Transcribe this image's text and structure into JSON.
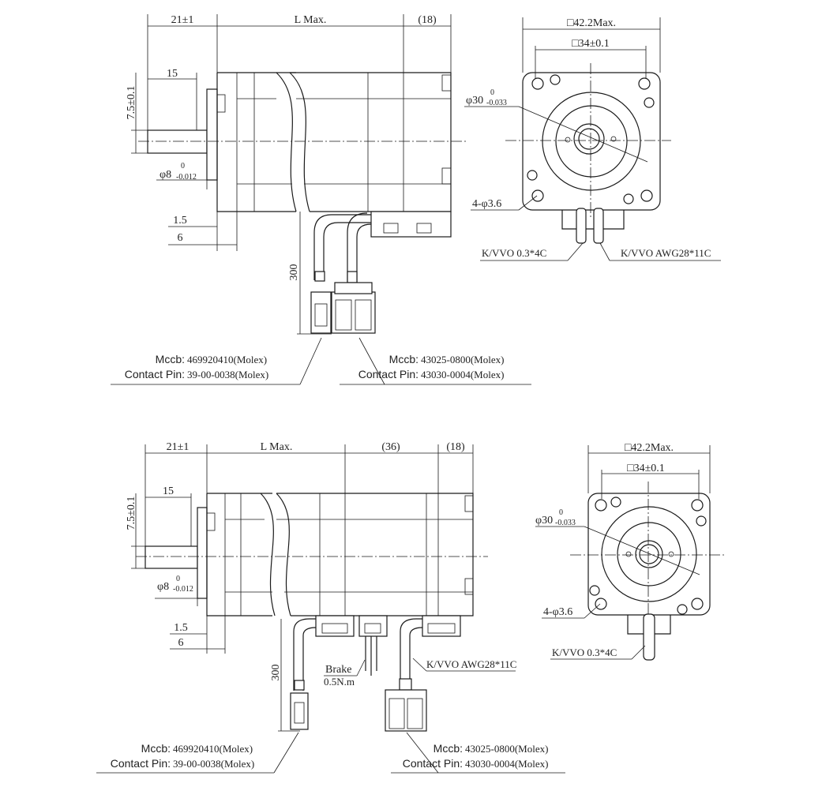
{
  "top_side": {
    "dim_flange": "21±1",
    "dim_length": "L Max.",
    "dim_rear": "(18)",
    "dim_shaft_len": "15",
    "dim_flat": "7.5±0.1",
    "dim_shaft_dia_main": "φ8",
    "dim_shaft_dia_sup": "0",
    "dim_shaft_dia_sub": "-0.012",
    "dim_1_5": "1.5",
    "dim_6": "6",
    "dim_cable": "300",
    "conn1_mccb_label": "Mccb:",
    "conn1_mccb_value": "469920410(Molex)",
    "conn1_pin_label": "Contact Pin:",
    "conn1_pin_value": "39-00-0038(Molex)",
    "conn2_mccb_label": "Mccb:",
    "conn2_mccb_value": "43025-0800(Molex)",
    "conn2_pin_label": "Contact Pin:",
    "conn2_pin_value": "43030-0004(Molex)"
  },
  "top_front": {
    "dim_outer": "□42.2Max.",
    "dim_pitch": "□34±0.1",
    "dim_pilot_main": "φ30",
    "dim_pilot_sup": "0",
    "dim_pilot_sub": "-0.033",
    "dim_holes": "4-φ3.6",
    "cable1": "K/VVO 0.3*4C",
    "cable2": "K/VVO AWG28*11C"
  },
  "bottom_side": {
    "dim_flange": "21±1",
    "dim_length": "L Max.",
    "dim_brake": "(36)",
    "dim_rear": "(18)",
    "dim_shaft_len": "15",
    "dim_flat": "7.5±0.1",
    "dim_shaft_dia_main": "φ8",
    "dim_shaft_dia_sup": "0",
    "dim_shaft_dia_sub": "-0.012",
    "dim_1_5": "1.5",
    "dim_6": "6",
    "dim_cable": "300",
    "brake_label": "Brake",
    "brake_value": "0.5N.m",
    "cable_enc": "K/VVO AWG28*11C",
    "conn1_mccb_label": "Mccb:",
    "conn1_mccb_value": "469920410(Molex)",
    "conn1_pin_label": "Contact Pin:",
    "conn1_pin_value": "39-00-0038(Molex)",
    "conn2_mccb_label": "Mccb:",
    "conn2_mccb_value": "43025-0800(Molex)",
    "conn2_pin_label": "Contact Pin:",
    "conn2_pin_value": "43030-0004(Molex)"
  },
  "bottom_front": {
    "dim_outer": "□42.2Max.",
    "dim_pitch": "□34±0.1",
    "dim_pilot_main": "φ30",
    "dim_pilot_sup": "0",
    "dim_pilot_sub": "-0.033",
    "dim_holes": "4-φ3.6",
    "cable1": "K/VVO 0.3*4C"
  }
}
